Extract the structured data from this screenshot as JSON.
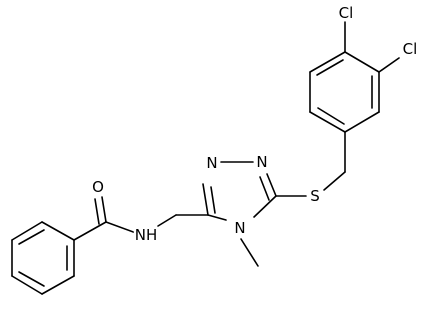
{
  "molecule": {
    "atoms": {
      "cl1": "Cl",
      "cl2": "Cl",
      "n1": "N",
      "n2": "N",
      "n3": "N",
      "nh": "NH",
      "o": "O",
      "s": "S"
    }
  }
}
